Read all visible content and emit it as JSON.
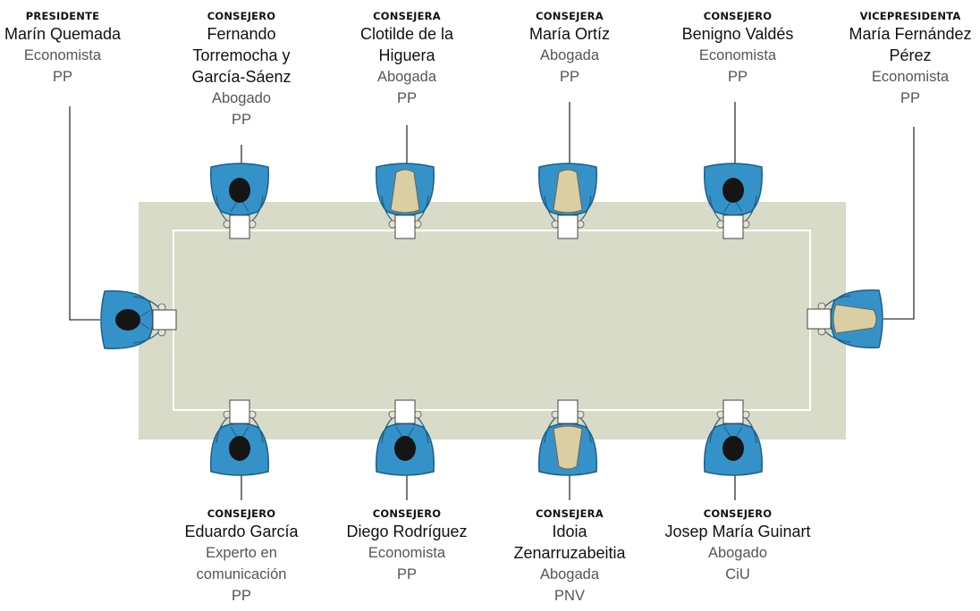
{
  "members": [
    {
      "id": "presidente",
      "role": "PRESIDENTE",
      "name_lines": [
        "Marín Quemada"
      ],
      "info_lines": [
        "Economista",
        "PP"
      ],
      "hair": "dark"
    },
    {
      "id": "consejero-torremocha",
      "role": "CONSEJERO",
      "name_lines": [
        "Fernando",
        "Torremocha y",
        "García-Sáenz"
      ],
      "info_lines": [
        "Abogado",
        "PP"
      ],
      "hair": "dark"
    },
    {
      "id": "consejera-clotilde",
      "role": "CONSEJERA",
      "name_lines": [
        "Clotilde de la",
        "Higuera"
      ],
      "info_lines": [
        "Abogada",
        "PP"
      ],
      "hair": "light"
    },
    {
      "id": "consejera-ortiz",
      "role": "CONSEJERA",
      "name_lines": [
        "María Ortíz"
      ],
      "info_lines": [
        "Abogada",
        "PP"
      ],
      "hair": "light"
    },
    {
      "id": "consejero-valdes",
      "role": "CONSEJERO",
      "name_lines": [
        "Benigno Valdés"
      ],
      "info_lines": [
        "Economista",
        "PP"
      ],
      "hair": "dark"
    },
    {
      "id": "vicepresidenta",
      "role": "VICEPRESIDENTA",
      "name_lines": [
        "María Fernández",
        "Pérez"
      ],
      "info_lines": [
        "Economista",
        "PP"
      ],
      "hair": "light"
    },
    {
      "id": "consejero-eduardo",
      "role": "CONSEJERO",
      "name_lines": [
        "Eduardo García"
      ],
      "info_lines": [
        "Experto en",
        "comunicación",
        "PP"
      ],
      "hair": "dark"
    },
    {
      "id": "consejero-diego",
      "role": "CONSEJERO",
      "name_lines": [
        "Diego Rodríguez"
      ],
      "info_lines": [
        "Economista",
        "PP"
      ],
      "hair": "dark"
    },
    {
      "id": "consejera-idoia",
      "role": "CONSEJERA",
      "name_lines": [
        "Idoia",
        "Zenarruzabeitia"
      ],
      "info_lines": [
        "Abogada",
        "PNV"
      ],
      "hair": "light"
    },
    {
      "id": "consejero-guinart",
      "role": "CONSEJERO",
      "name_lines": [
        "Josep María Guinart"
      ],
      "info_lines": [
        "Abogado",
        "CiU"
      ],
      "hair": "dark"
    }
  ],
  "colors": {
    "table": "#d7dbc8",
    "table_inner_border": "#ffffff",
    "suit": "#3592c9",
    "suit_dark": "#1f5e86",
    "hair_dark": "#151515",
    "hair_light": "#d9cfa2",
    "paper": "#ffffff",
    "connector": "#333333"
  }
}
